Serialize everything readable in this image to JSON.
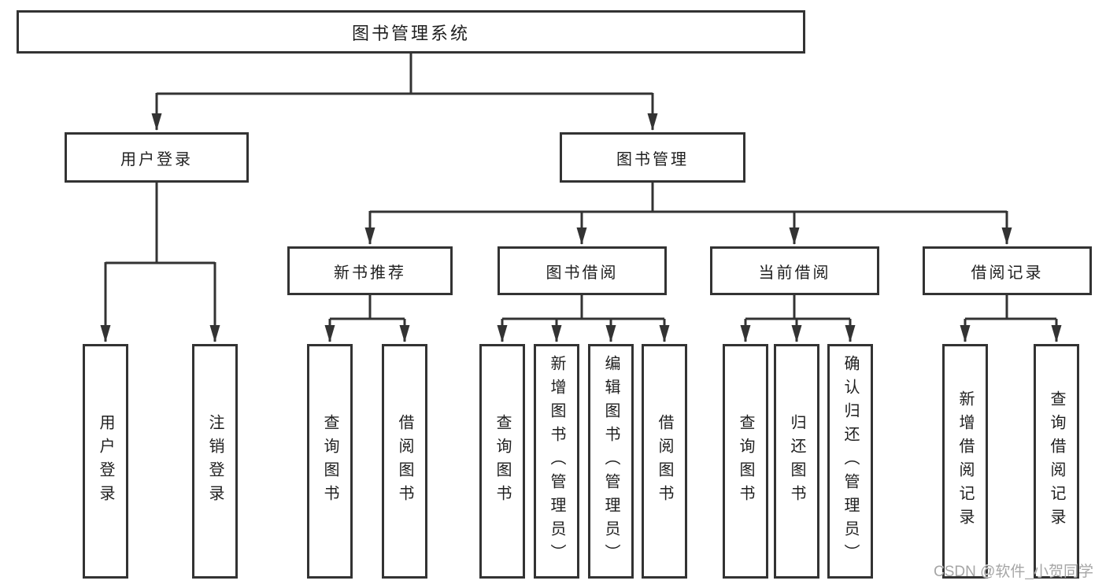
{
  "diagram_title": "图书管理系统",
  "colors": {
    "line": "#333333",
    "box_border": "#333333",
    "text": "#1f1f1f",
    "watermark": "#a6a6a6",
    "background": "#ffffff"
  },
  "tree": {
    "root": {
      "label": "图书管理系统",
      "children": [
        {
          "label": "用户登录",
          "children": [
            {
              "label": "用户登录"
            },
            {
              "label": "注销登录"
            }
          ]
        },
        {
          "label": "图书管理",
          "children": [
            {
              "label": "新书推荐",
              "children": [
                {
                  "label": "查询图书"
                },
                {
                  "label": "借阅图书"
                }
              ]
            },
            {
              "label": "图书借阅",
              "children": [
                {
                  "label": "查询图书"
                },
                {
                  "label": "新增图书（管理员）"
                },
                {
                  "label": "编辑图书（管理员）"
                },
                {
                  "label": "借阅图书"
                }
              ]
            },
            {
              "label": "当前借阅",
              "children": [
                {
                  "label": "查询图书"
                },
                {
                  "label": "归还图书"
                },
                {
                  "label": "确认归还（管理员）"
                }
              ]
            },
            {
              "label": "借阅记录",
              "children": [
                {
                  "label": "新增借阅记录"
                },
                {
                  "label": "查询借阅记录"
                }
              ]
            }
          ]
        }
      ]
    }
  },
  "watermark": {
    "text": "CSDN @软件_小贺同学"
  }
}
